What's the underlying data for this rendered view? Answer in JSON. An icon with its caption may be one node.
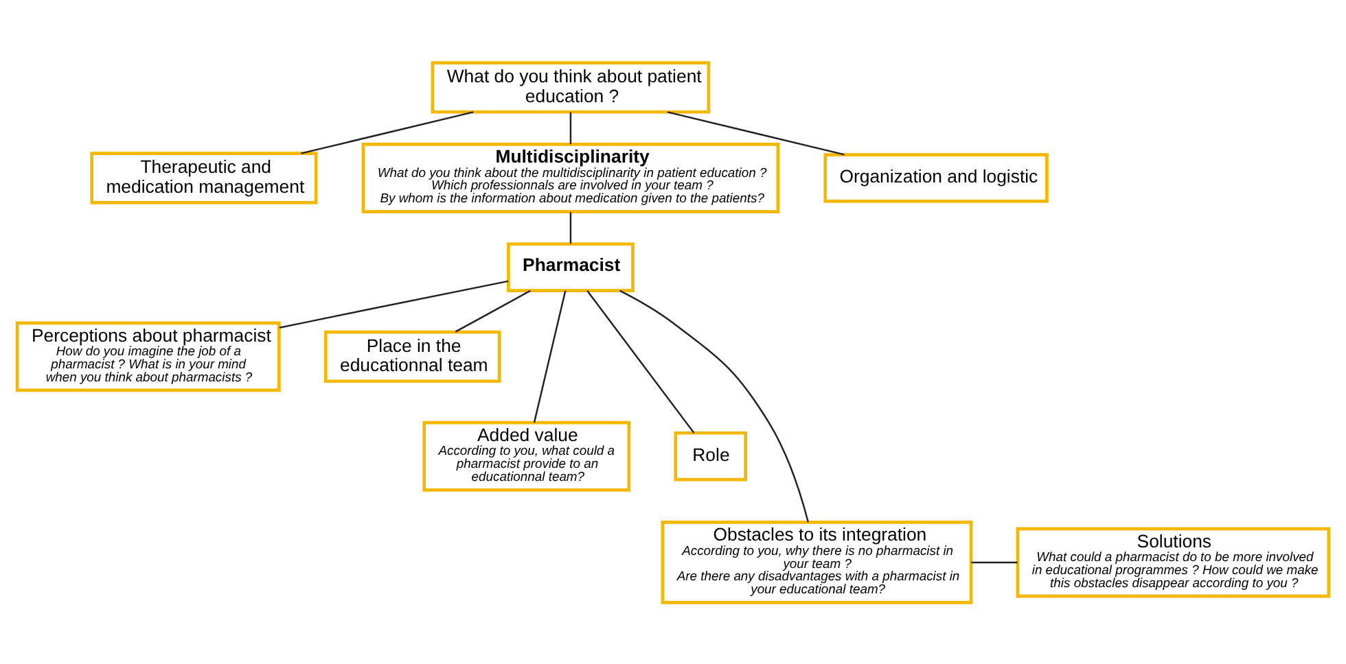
{
  "diagram": {
    "nodes": [
      {
        "text": [
          "What do you think about patient education ?"
        ]
      },
      {
        "text": [
          "Therapeutic and medication management"
        ]
      },
      {
        "text": [
          "Multidisciplinarity",
          "What do you think about the multidisciplinarity in patient education ?",
          "Which professionnals are involved in your team ?",
          "By whom is the information about medication given to the patients?"
        ]
      },
      {
        "text": [
          "Organization and logistic"
        ]
      },
      {
        "text": [
          "Pharmacist"
        ]
      },
      {
        "text": [
          "Perceptions about pharmacist",
          "How do you imagine the job of a pharmacist ? What is in your mind when you think about pharmacists ?"
        ]
      },
      {
        "text": [
          "Place in the educationnal team"
        ]
      },
      {
        "text": [
          "Added value",
          "According to you, what could a pharmacist provide to an educationnal team?"
        ]
      },
      {
        "text": [
          "Role"
        ]
      },
      {
        "text": [
          "Obstacles to its integration",
          "According to you, why there is no pharmacist in your team ?",
          "Are there any disadvantages with a pharmacist in your educational team?"
        ]
      },
      {
        "text": [
          "Solutions",
          "What could a pharmacist do to be more involved in educational programmes ? How could we make this obstacles disappear according to you ?"
        ]
      }
    ],
    "edges": [
      {
        "from": 0,
        "to": 1,
        "arrow": "none"
      },
      {
        "from": 0,
        "to": 2,
        "arrow": "none"
      },
      {
        "from": 0,
        "to": 3,
        "arrow": "none"
      },
      {
        "from": 2,
        "to": 4,
        "arrow": "none"
      },
      {
        "from": 4,
        "to": 5,
        "arrow": "none"
      },
      {
        "from": 4,
        "to": 6,
        "arrow": "none"
      },
      {
        "from": 4,
        "to": 7,
        "arrow": "none"
      },
      {
        "from": 4,
        "to": 8,
        "arrow": "none"
      },
      {
        "from": 4,
        "to": 9,
        "arrow": "none"
      },
      {
        "from": 9,
        "to": 10,
        "arrow": "none"
      }
    ]
  }
}
